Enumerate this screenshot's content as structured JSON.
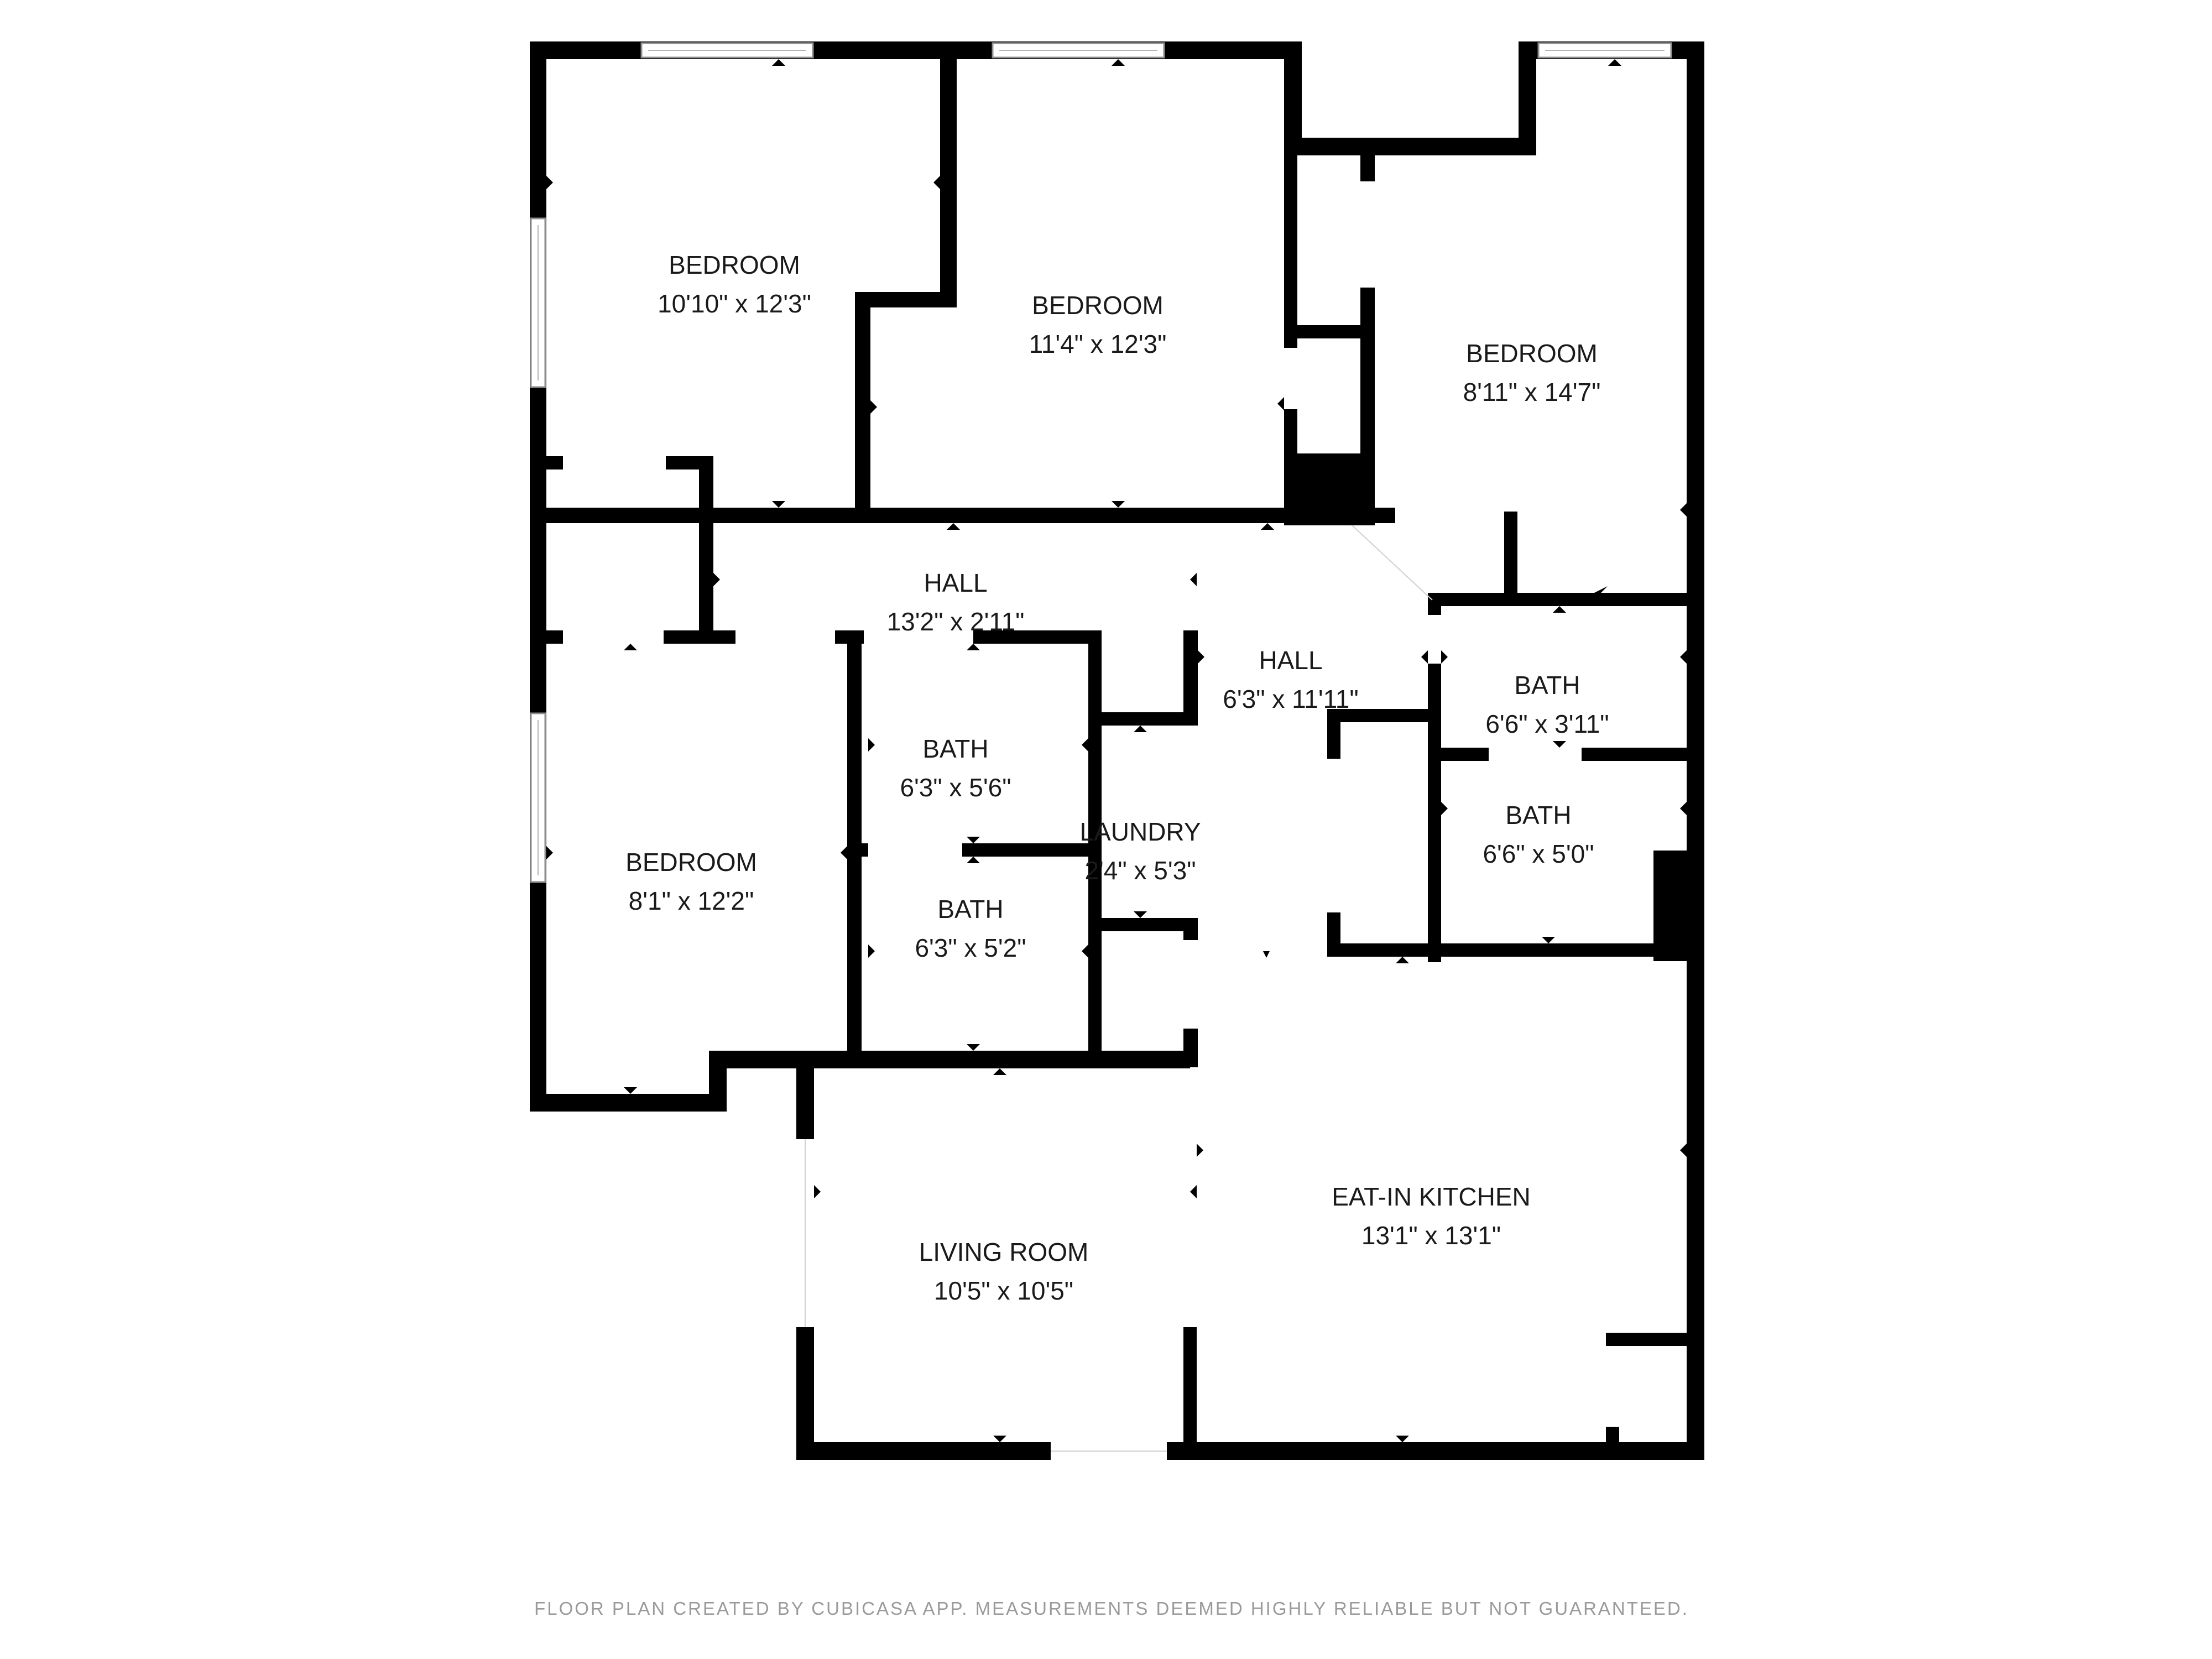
{
  "rooms": [
    {
      "id": "bedroom_nw",
      "name": "BEDROOM",
      "size": "10'10\" x 12'3\""
    },
    {
      "id": "bedroom_n",
      "name": "BEDROOM",
      "size": "11'4\" x 12'3\""
    },
    {
      "id": "bedroom_ne",
      "name": "BEDROOM",
      "size": "8'11\" x 14'7\""
    },
    {
      "id": "hall_a",
      "name": "HALL",
      "size": "13'2\" x 2'11\""
    },
    {
      "id": "hall_b",
      "name": "HALL",
      "size": "6'3\" x 11'11\""
    },
    {
      "id": "bath_ne1",
      "name": "BATH",
      "size": "6'6\" x 3'11\""
    },
    {
      "id": "bath_c1",
      "name": "BATH",
      "size": "6'3\" x 5'6\""
    },
    {
      "id": "bath_ne2",
      "name": "BATH",
      "size": "6'6\" x 5'0\""
    },
    {
      "id": "laundry",
      "name": "LAUNDRY",
      "size": "2'4\" x 5'3\""
    },
    {
      "id": "bedroom_w",
      "name": "BEDROOM",
      "size": "8'1\" x 12'2\""
    },
    {
      "id": "bath_c2",
      "name": "BATH",
      "size": "6'3\" x 5'2\""
    },
    {
      "id": "kitchen",
      "name": "EAT-IN KITCHEN",
      "size": "13'1\" x 13'1\""
    },
    {
      "id": "living",
      "name": "LIVING ROOM",
      "size": "10'5\" x 10'5\""
    }
  ],
  "footer": "FLOOR PLAN CREATED BY CUBICASA APP. MEASUREMENTS DEEMED HIGHLY RELIABLE BUT NOT GUARANTEED.",
  "colors": {
    "wall": "#000000",
    "text": "#1a1a1a",
    "footer": "#9a9a9a",
    "background": "#ffffff"
  }
}
